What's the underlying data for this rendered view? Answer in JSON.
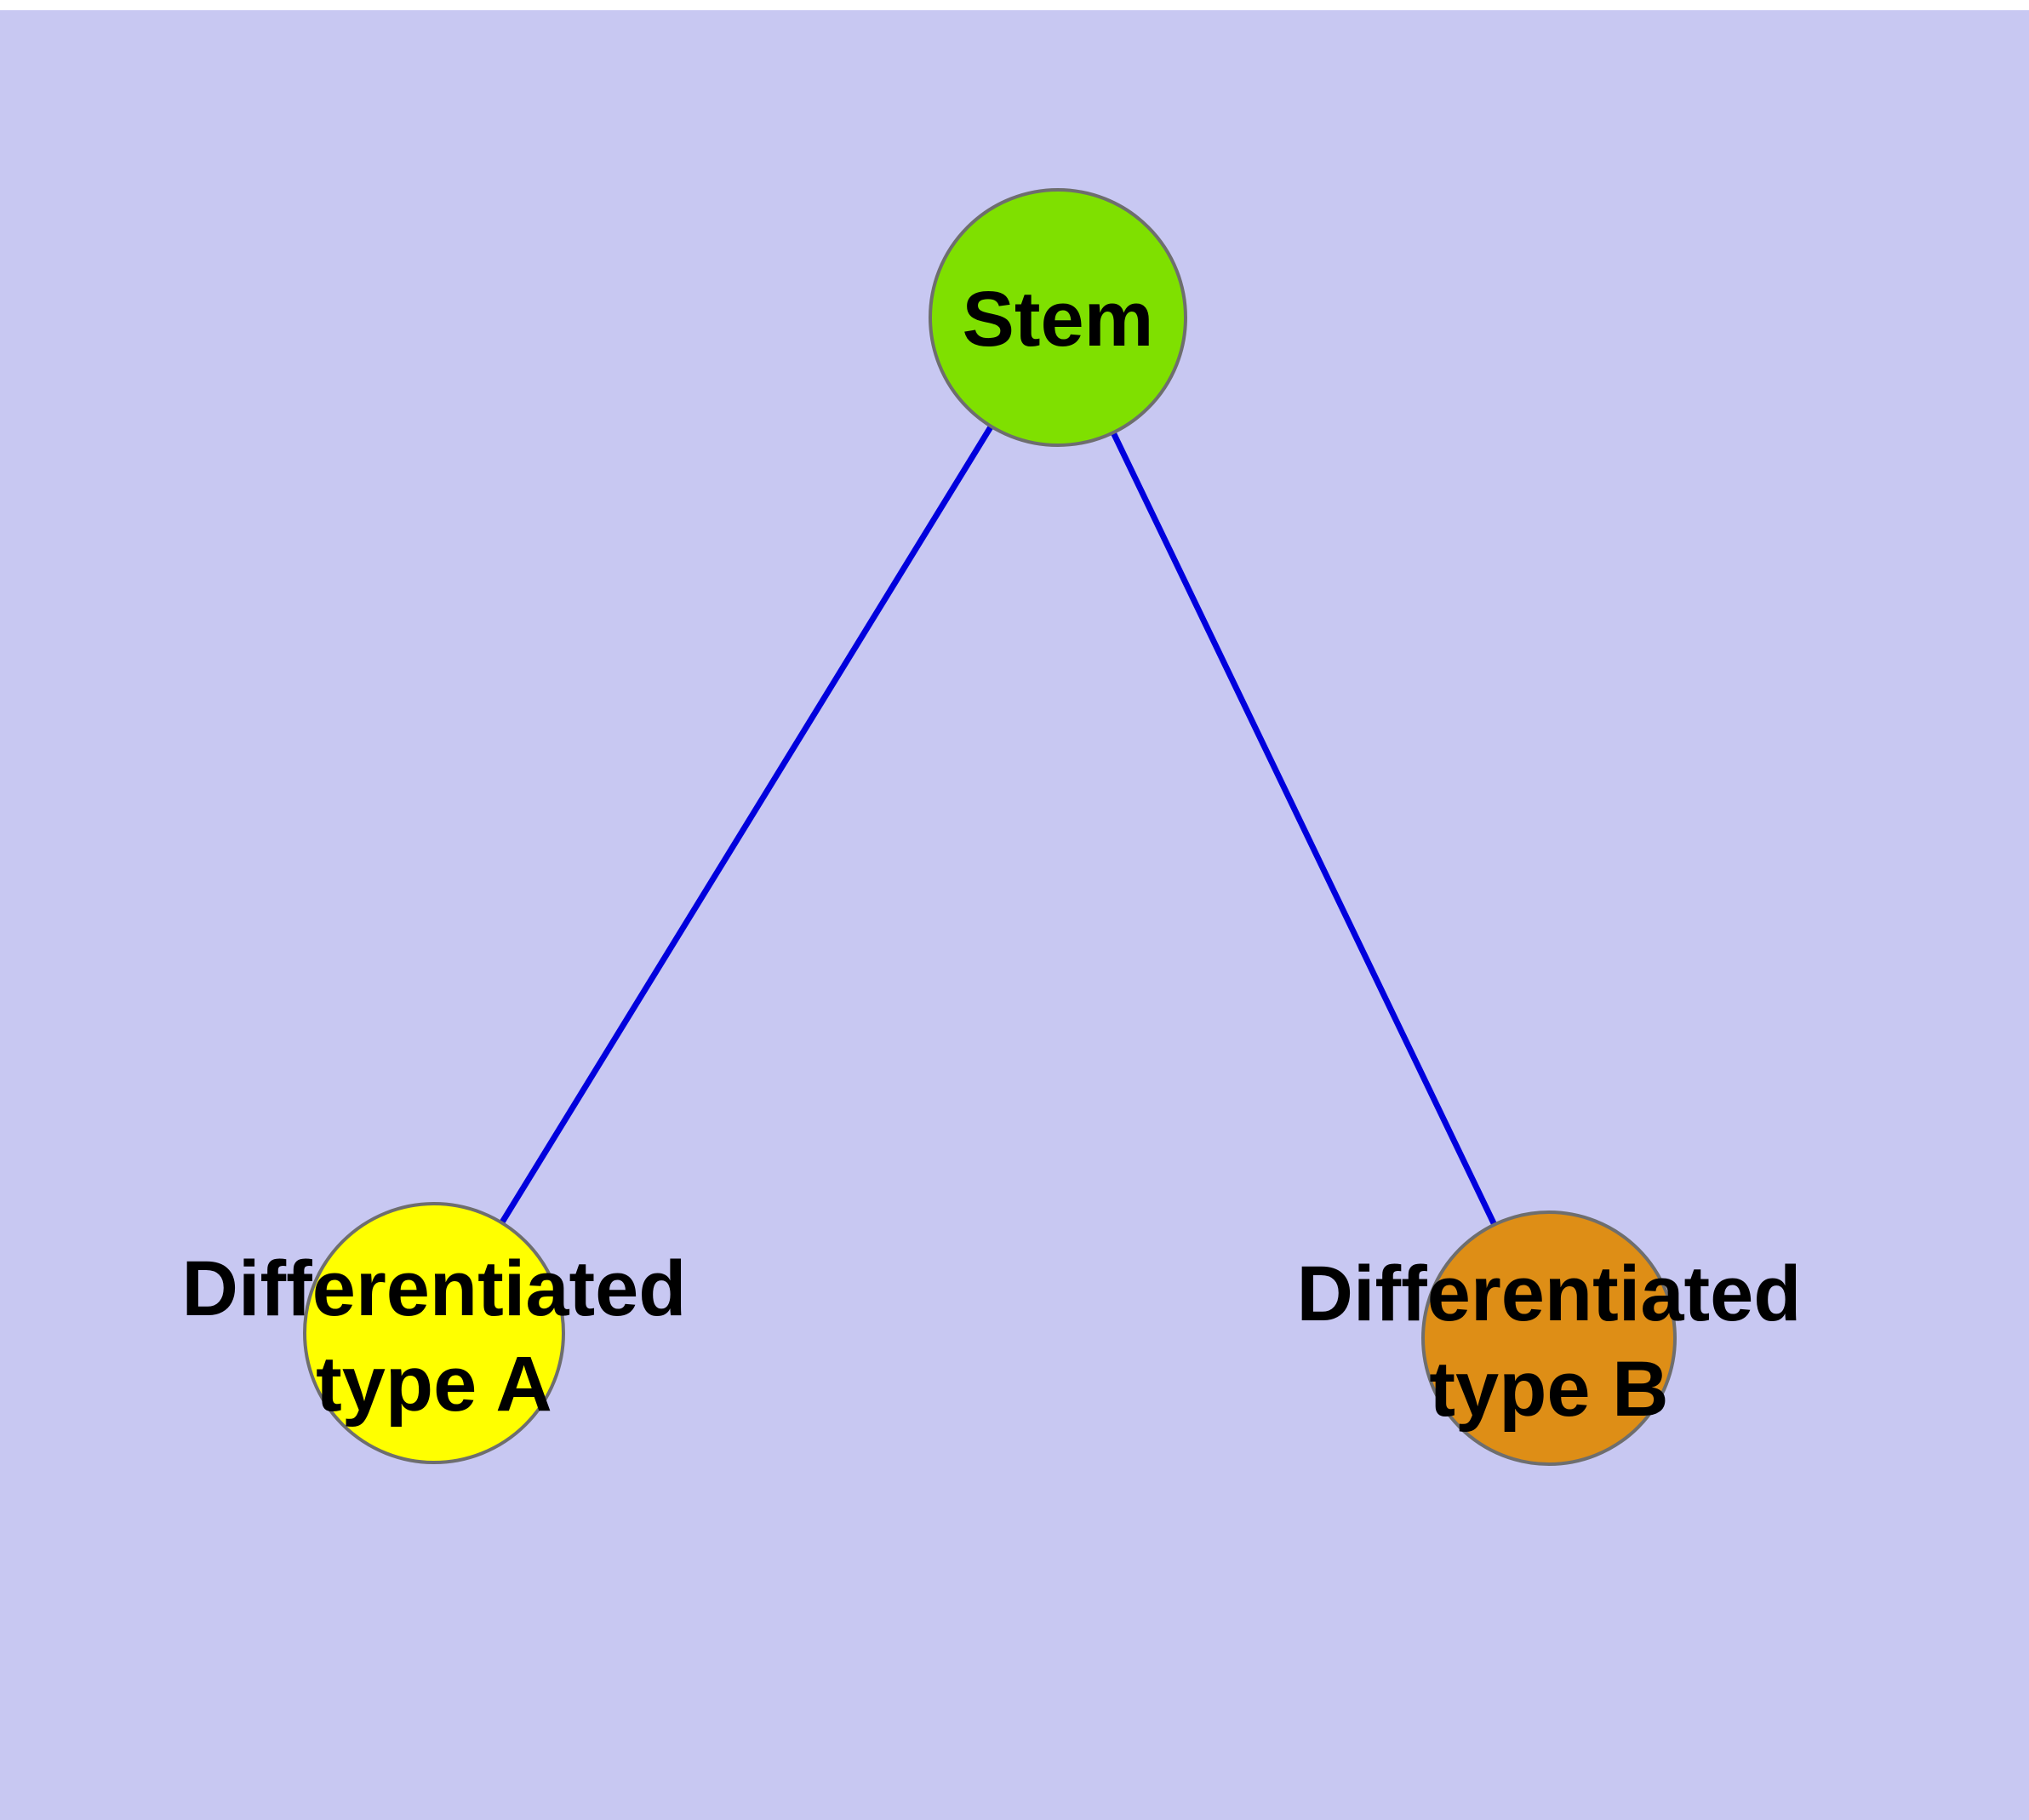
{
  "diagram": {
    "background_color": "#c8c8f2",
    "edge_color": "#0000dd",
    "node_border_color": "#6e6e6e",
    "nodes": {
      "stem": {
        "label": "Stem",
        "color": "#7fe000"
      },
      "type_a": {
        "line1": "Differentiated",
        "line2": "type A",
        "color": "#ffff00"
      },
      "type_b": {
        "line1": "Differentiated",
        "line2": "type B",
        "color": "#de8e16"
      }
    }
  }
}
